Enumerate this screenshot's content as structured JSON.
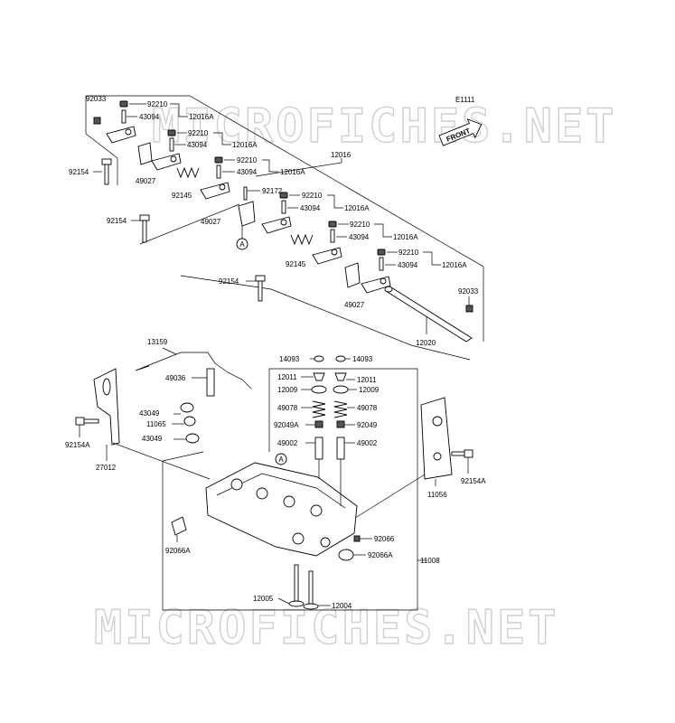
{
  "figure_code": "E1111",
  "front_label": "FRONT",
  "watermark": "MICROFICHES.NET",
  "circle_ref": "A",
  "labels": {
    "p92033a": "92033",
    "p92210a": "92210",
    "p43094a": "43094",
    "p12016Aa": "12016A",
    "p92210b": "92210",
    "p43094b": "43094",
    "p12016Ab": "12016A",
    "p92210c": "92210",
    "p43094c": "43094",
    "p12016Ac": "12016A",
    "p12016": "12016",
    "p92154a": "92154",
    "p49027a": "49027",
    "p92145a": "92145",
    "p92172": "92172",
    "p92210d": "92210",
    "p43094d": "43094",
    "p12016Ad": "12016A",
    "p92154b": "92154",
    "p49027b": "49027",
    "p92210e": "92210",
    "p43094e": "43094",
    "p12016Ae": "12016A",
    "p92145b": "92145",
    "p92210f": "92210",
    "p43094f": "43094",
    "p12016Af": "12016A",
    "p92154c": "92154",
    "p92033b": "92033",
    "p49027c": "49027",
    "p12020": "12020",
    "p13159": "13159",
    "p14093a": "14093",
    "p14093b": "14093",
    "p49036": "49036",
    "p12011a": "12011",
    "p12011b": "12011",
    "p12009a": "12009",
    "p12009b": "12009",
    "p43049a": "43049",
    "p11065": "11065",
    "p43049b": "43049",
    "p49078a": "49078",
    "p49078b": "49078",
    "p92049A": "92049A",
    "p92049": "92049",
    "p49002a": "49002",
    "p49002b": "49002",
    "p92154Aa": "92154A",
    "p27012": "27012",
    "p92154Ab": "92154A",
    "p11056": "11056",
    "p92066": "92066",
    "p92066Aa": "92066A",
    "p92066Ab": "92066A",
    "p11008": "11008",
    "p12005": "12005",
    "p12004": "12004"
  }
}
